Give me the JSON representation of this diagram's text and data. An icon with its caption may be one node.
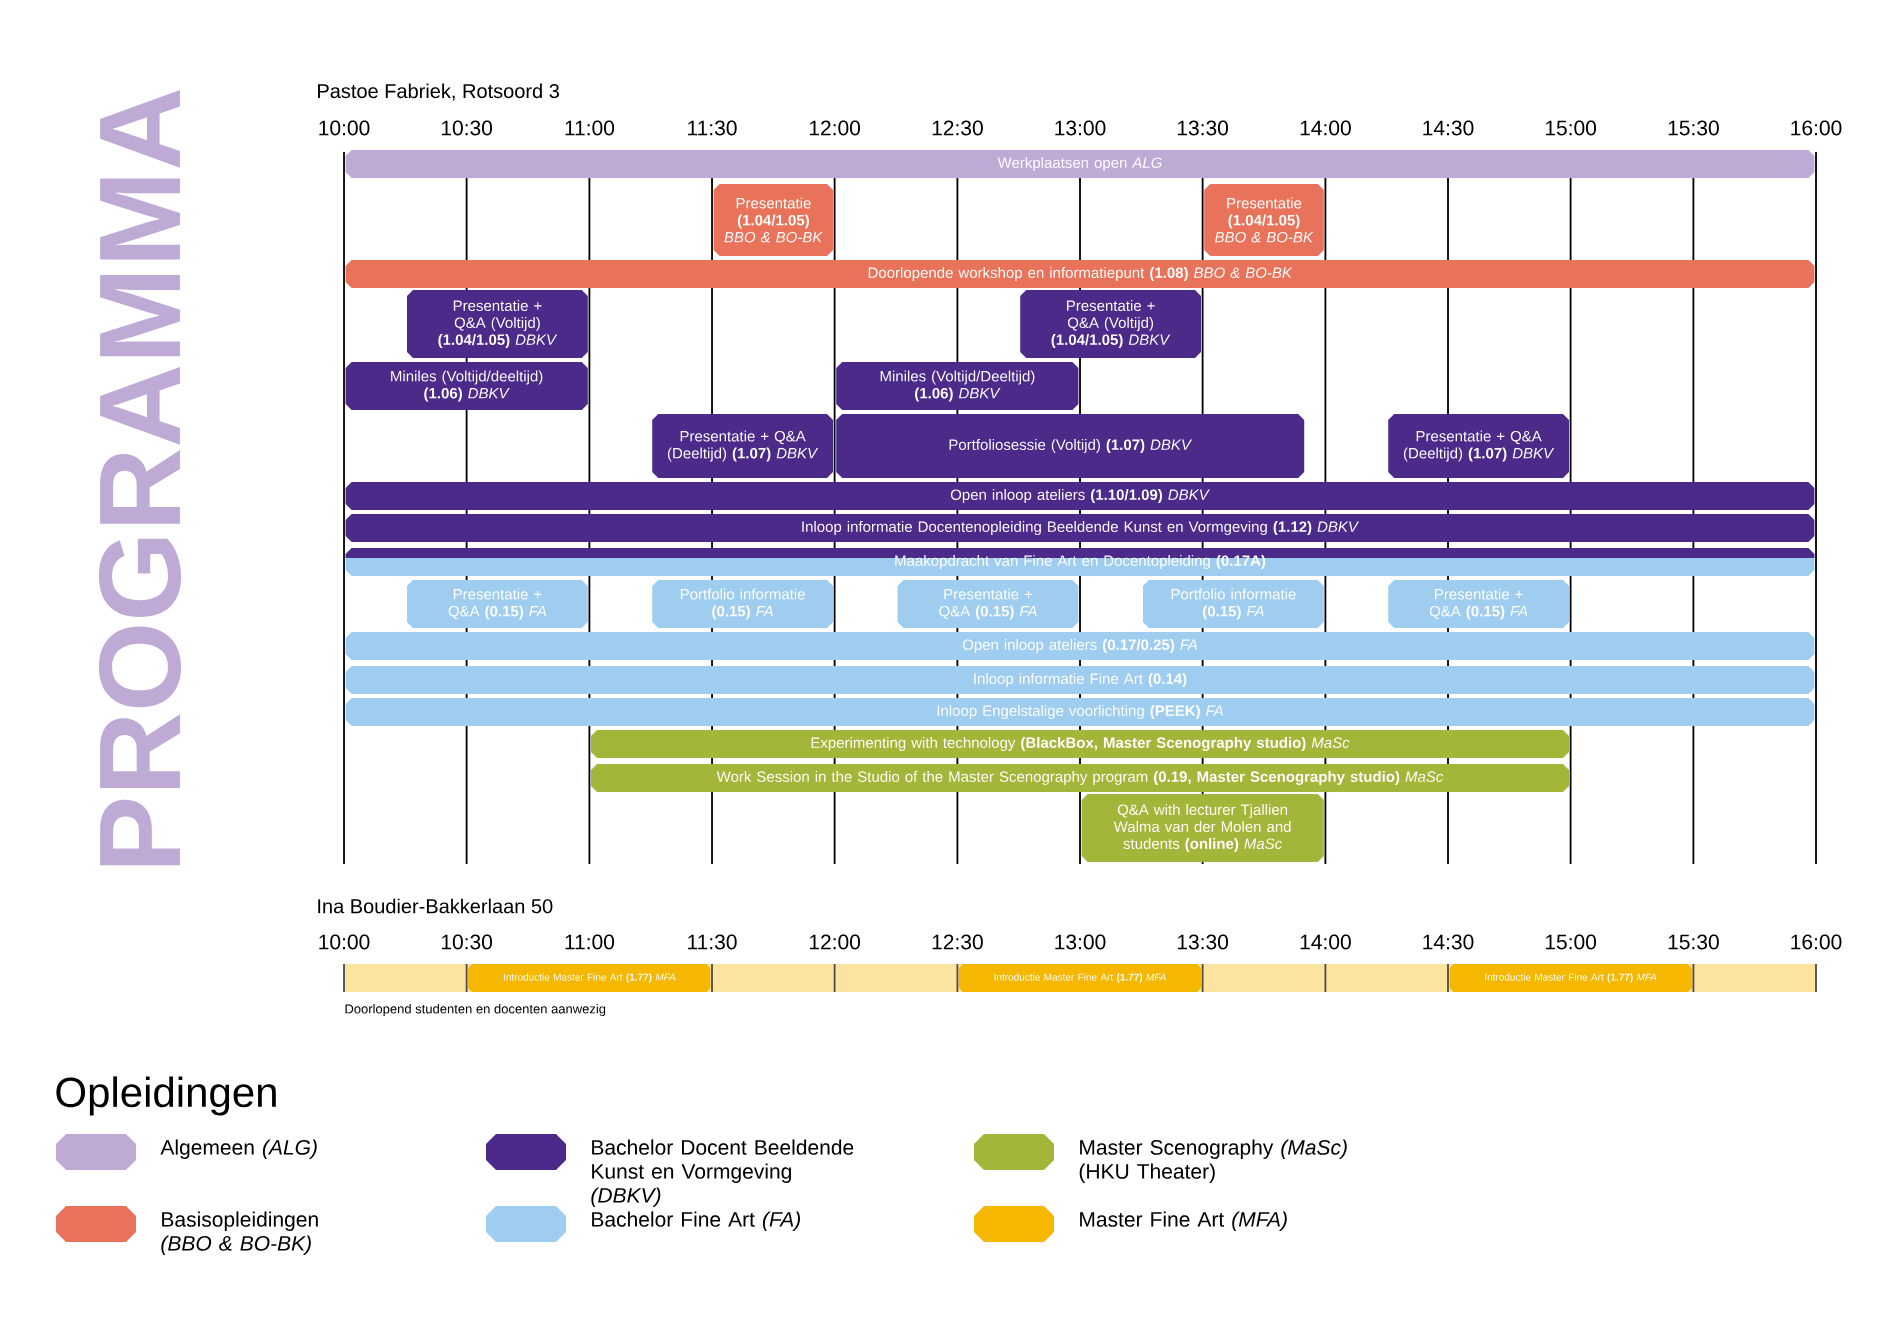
{
  "diagram": {
    "title": "PROGRAMMA",
    "nodes": [
      {
        "text": [
          "Werkplaatsen open *ALG*"
        ]
      },
      {
        "text": [
          "Presentatie **(1.04/1.05)** *BBO & BO-BK*"
        ]
      },
      {
        "text": [
          "Presentatie **(1.04/1.05)** *BBO & BO-BK*"
        ]
      },
      {
        "text": [
          "Doorlopende workshop en informatiepunt **(1.08)** *BBO & BO-BK*"
        ]
      },
      {
        "text": [
          "Presentatie + Q&A (Voltijd) **(1.04/1.05)** *DBKV*"
        ]
      },
      {
        "text": [
          "Presentatie + Q&A (Voltijd) **(1.04/1.05)** *DBKV*"
        ]
      },
      {
        "text": [
          "Miniles (Voltijd/deeltijd) **(1.06)** *DBKV*"
        ]
      },
      {
        "text": [
          "Miniles (Voltijd/Deeltijd) **(1.06)** *DBKV*"
        ]
      },
      {
        "text": [
          "Presentatie + Q&A (Deeltijd) **(1.07)** *DBKV*"
        ]
      },
      {
        "text": [
          "Portfoliosessie (Voltijd) **(1.07)** *DBKV*"
        ]
      },
      {
        "text": [
          "Presentatie + Q&A (Deeltijd) **(1.07)** *DBKV*"
        ]
      },
      {
        "text": [
          "Open inloop ateliers **(1.10/1.09)** *DBKV*"
        ]
      },
      {
        "text": [
          "Inloop informatie Docentenopleiding Beeldende Kunst en Vormgeving **(1.12)** *DBKV*"
        ]
      },
      {
        "text": [
          "Maakopdracht van Fine Art en Docentopleiding **(0.17A)**"
        ]
      },
      {
        "text": [
          "Presentatie + Q&A **(0.15)** *FA*"
        ]
      },
      {
        "text": [
          "Portfolio informatie **(0.15)** *FA*"
        ]
      },
      {
        "text": [
          "Presentatie + Q&A **(0.15)** *FA*"
        ]
      },
      {
        "text": [
          "Portfolio informatie **(0.15)** *FA*"
        ]
      },
      {
        "text": [
          "Presentatie + Q&A **(0.15)** *FA*"
        ]
      },
      {
        "text": [
          "Open inloop ateliers **(0.17/0.25)** *FA*"
        ]
      },
      {
        "text": [
          "Inloop informatie Fine Art **(0.14)**"
        ]
      },
      {
        "text": [
          "Inloop Engelstalige voorlichting **(PEEK)** *FA*"
        ]
      },
      {
        "text": [
          "Experimenting with technology **(BlackBox, Master Scenography studio)** *MaSc*"
        ]
      },
      {
        "text": [
          "Work Session in the Studio of the Master Scenography program **(0.19, Master Scenography studio)** *MaSc*"
        ]
      },
      {
        "text": [
          "Q&A with lecturer Tjallien Walma van der Molen and students **(online)** *MaSc*"
        ]
      },
      {
        "text": [],
        "shape": "bar"
      },
      {
        "text": [
          "Introductie Master Fine Art **(1.77)** *MFA*"
        ],
        "in": 25
      },
      {
        "text": [
          "Introductie Master Fine Art **(1.77)** *MFA*"
        ],
        "in": 25
      },
      {
        "text": [
          "Introductie Master Fine Art **(1.77)** *MFA*"
        ],
        "in": 25
      }
    ],
    "labels": [
      "Pastoe Fabriek, Rotsoord 3",
      "10:00",
      "10:30",
      "11:00",
      "11:30",
      "12:00",
      "12:30",
      "13:00",
      "13:30",
      "14:00",
      "14:30",
      "15:00",
      "15:30",
      "16:00",
      "Ina Boudier-Bakkerlaan 50",
      "10:00",
      "10:30",
      "11:00",
      "11:30",
      "12:00",
      "12:30",
      "13:00",
      "13:30",
      "14:00",
      "14:30",
      "15:00",
      "15:30",
      "16:00",
      "Doorlopend studenten en docenten aanwezig",
      "Opleidingen"
    ],
    "legend": [
      {
        "text": "Algemeen *(ALG)*",
        "color": "#bfaad6"
      },
      {
        "text": "Basisopleidingen *(BBO & BO-BK)*",
        "color": "#e8735a"
      },
      {
        "text": "Bachelor Docent Beeldende Kunst en Vormgeving *(DBKV)*",
        "color": "#4b2a8a"
      },
      {
        "text": "Bachelor Fine Art *(FA)*",
        "color": "#9fcdf0"
      },
      {
        "text": "Master Scenography *(MaSc)* (HKU Theater)",
        "color": "#a4b63a"
      },
      {
        "text": "Master Fine Art *(MFA)*",
        "color": "#f5b700"
      }
    ]
  }
}
